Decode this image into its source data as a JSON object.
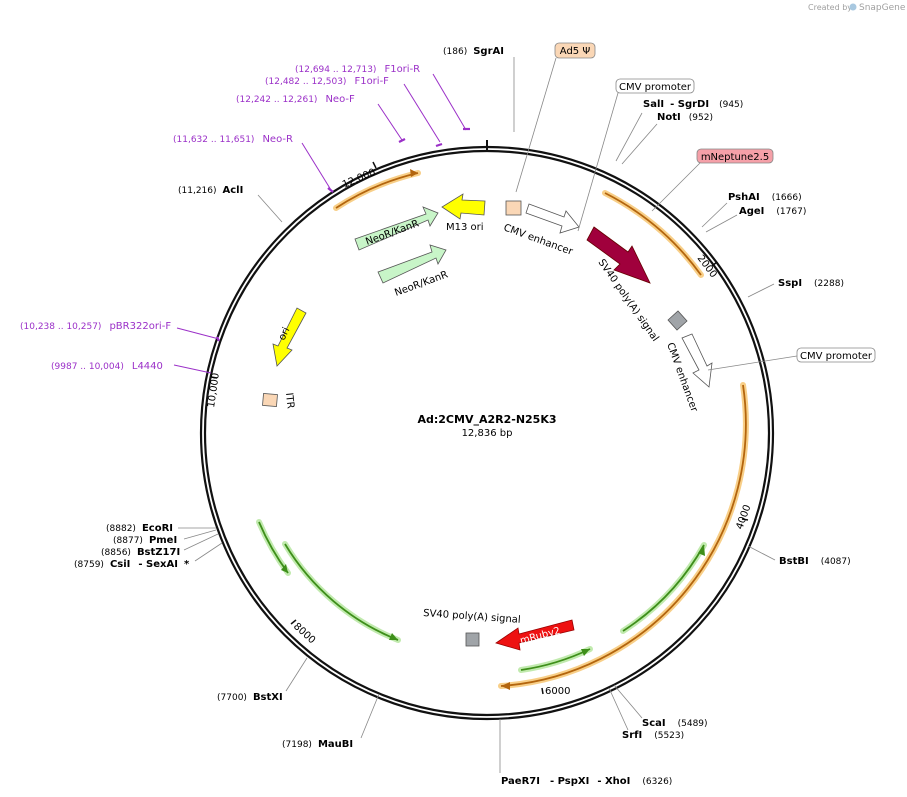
{
  "watermark": {
    "created_by": "Created by",
    "brand": "SnapGene"
  },
  "plasmid": {
    "name": "Ad:2CMV_A2R2-N25K3",
    "length_label": "12,836 bp",
    "length_bp": 12836
  },
  "ticks": [
    "2000",
    "4000",
    "6000",
    "8000",
    "10,000",
    "12,000"
  ],
  "sites": [
    {
      "pos": "(186)",
      "name": "SgrAI"
    },
    {
      "pos": "(945)",
      "name": "SalI   - SgrDI",
      "a": "SalI",
      "b": "SgrDI"
    },
    {
      "pos": "(952)",
      "name": "NotI"
    },
    {
      "pos": "(1666)",
      "name": "PshAI"
    },
    {
      "pos": "(1767)",
      "name": "AgeI"
    },
    {
      "pos": "(2288)",
      "name": "SspI"
    },
    {
      "pos": "(4087)",
      "name": "BstBI"
    },
    {
      "pos": "(5489)",
      "name": "ScaI"
    },
    {
      "pos": "(5523)",
      "name": "SrfI"
    },
    {
      "pos": "(6326)",
      "name": "PaeR7I",
      "b": "PspXI",
      "c": "XhoI"
    },
    {
      "pos": "(7198)",
      "name": "MauBI"
    },
    {
      "pos": "(7700)",
      "name": "BstXI"
    },
    {
      "pos": "(8759)",
      "name": "CsiI",
      "b": "SexAI",
      "star": "*"
    },
    {
      "pos": "(8856)",
      "name": "BstZ17I"
    },
    {
      "pos": "(8877)",
      "name": "PmeI"
    },
    {
      "pos": "(8882)",
      "name": "EcoRI"
    },
    {
      "pos": "(11,216)",
      "name": "AclI"
    }
  ],
  "primers": [
    {
      "range": "(12,694 .. 12,713)",
      "name": "F1ori-R"
    },
    {
      "range": "(12,482 .. 12,503)",
      "name": "F1ori-F"
    },
    {
      "range": "(12,242 .. 12,261)",
      "name": "Neo-F"
    },
    {
      "range": "(11,632 .. 11,651)",
      "name": "Neo-R"
    },
    {
      "range": "(10,238 .. 10,257)",
      "name": "pBR322ori-F"
    },
    {
      "range": "(9987 .. 10,004)",
      "name": "L4440"
    }
  ],
  "boxed_labels": {
    "ad5": "Ad5 Ψ",
    "cmv_promoter_top": "CMV promoter",
    "mneptune": "mNeptune2.5",
    "cmv_promoter_right": "CMV promoter"
  },
  "feature_labels": {
    "neo_kan_1": "NeoR/KanR",
    "neo_kan_2": "NeoR/KanR",
    "m13": "M13 ori",
    "cmv_enh_1": "CMV enhancer",
    "sv40_1": "SV40 poly(A) signal",
    "cmv_enh_2": "CMV enhancer",
    "ori": "ori",
    "itr": "ITR",
    "sv40_2": "SV40 poly(A) signal",
    "mruby": "mRuby2"
  },
  "colors": {
    "backbone": "#111111",
    "primer": "#9b30c8",
    "orange_feature": "#e8901e",
    "green_feature": "#3e8f1a",
    "mneptune": "#a0003c",
    "mruby": "#ee1111",
    "ori": "#ffff00",
    "neo": "#c8f5c8",
    "ad5_box": "#fad7b6",
    "mneptune_box": "#f5a0a8",
    "polyA": "#a0a4a8"
  }
}
